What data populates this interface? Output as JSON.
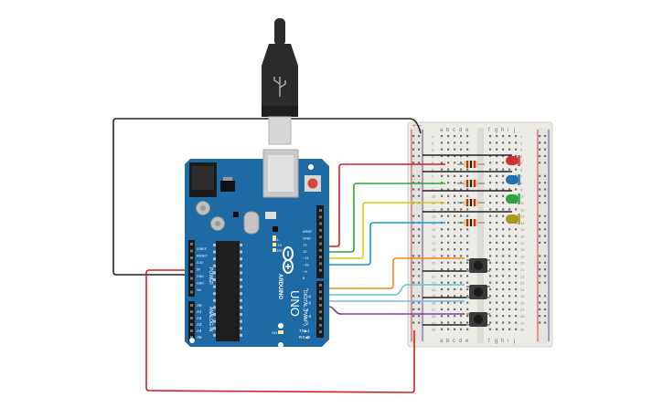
{
  "arduino": {
    "brand": "ARDUINO",
    "model": "UNO",
    "power_label": "POWER",
    "analog_label": "ANALOG IN",
    "digital_label": "DIGITAL (PWM~)",
    "tx_label": "TX",
    "rx_label": "RX",
    "l_label": "L",
    "on_label": "ON",
    "txrx_pins": [
      "TX▶1",
      "RX◀0"
    ],
    "power_pins": [
      "IOREF",
      "RESET",
      "3.3V",
      "5V",
      "GND",
      "GND",
      "Vin"
    ],
    "analog_pins": [
      "A0",
      "A1",
      "A2",
      "A3",
      "A4",
      "A5"
    ],
    "top_header_labels": [
      "AREF",
      "GND",
      "13",
      "12",
      "~11",
      "~10",
      "~9",
      "8"
    ],
    "lower_header_labels": [
      "7",
      "~6",
      "~5",
      "4",
      "~3",
      "2"
    ]
  },
  "breadboard": {
    "columns_top": [
      "a",
      "b",
      "c",
      "d",
      "e",
      "f",
      "g",
      "h",
      "i",
      "j"
    ],
    "columns_bottom": [
      "a",
      "b",
      "c",
      "d",
      "e",
      "f",
      "g",
      "h",
      "i",
      "j"
    ],
    "row_labels": [
      "1",
      "2",
      "3",
      "4",
      "5",
      "6",
      "7",
      "8",
      "9",
      "10",
      "11",
      "12",
      "13",
      "14",
      "15",
      "16",
      "17",
      "18",
      "19",
      "20",
      "21",
      "22",
      "23",
      "24",
      "25",
      "26",
      "27",
      "28",
      "29",
      "30"
    ],
    "rail_plus": "+",
    "rail_minus": "−"
  },
  "components": {
    "leds": [
      {
        "name": "red-led",
        "color": "#d0312d"
      },
      {
        "name": "blue-led",
        "color": "#1f6fb5"
      },
      {
        "name": "green-led",
        "color": "#2aa33a"
      },
      {
        "name": "yellow-led",
        "color": "#a89a1a"
      }
    ],
    "pushbuttons": 3,
    "resistors": 4
  },
  "wire_colors": {
    "black": "#222222",
    "red": "#d22020",
    "green": "#2fa836",
    "yellow": "#e2c416",
    "blue": "#1a9ad4",
    "orange": "#ee8a12",
    "cyan": "#60c9cf",
    "purple": "#7a3ea8"
  },
  "board_colors": {
    "arduino_blue": "#1d6aa5",
    "usb_cable": "#2b2b2b",
    "breadboard": "#ecebe6"
  }
}
